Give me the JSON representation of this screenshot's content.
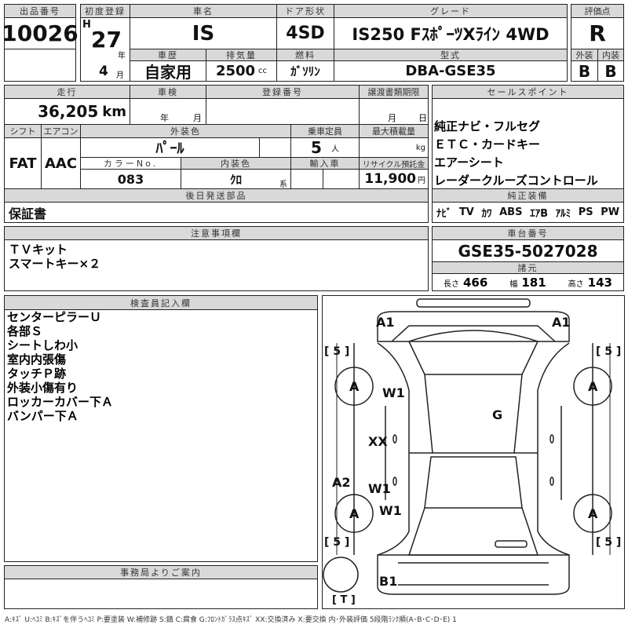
{
  "header": {
    "lot_label": "出品番号",
    "lot": "10026",
    "first_reg_label": "初度登録",
    "era": "H",
    "year": "27",
    "year_unit": "年",
    "month": "4",
    "month_unit": "月",
    "name_label": "車名",
    "name": "IS",
    "door_label": "ドア形状",
    "door": "4SD",
    "grade_label": "グレード",
    "grade": "IS250 FｽﾎﾟｰﾂXﾗｲﾝ 4WD",
    "score_label": "評価点",
    "score": "R",
    "history_label": "車歴",
    "history": "自家用",
    "disp_label": "排気量",
    "disp": "2500",
    "disp_unit": "cc",
    "fuel_label": "燃料",
    "fuel": "ｶﾞｿﾘﾝ",
    "model_label": "型式",
    "model": "DBA-GSE35",
    "ext_label": "外装",
    "ext": "B",
    "int_label": "内装",
    "int": "B"
  },
  "details": {
    "mileage_label": "走行",
    "mileage": "36,205",
    "mileage_unit": "km",
    "inspection_label": "車検",
    "ins_year": "年",
    "ins_month": "月",
    "reg_label": "登録番号",
    "transfer_label": "譲渡書類期限",
    "tr_month": "月",
    "tr_day": "日",
    "shift_label": "シフト",
    "shift": "FAT",
    "ac_label": "エアコン",
    "ac": "AAC",
    "color_label": "外装色",
    "color": "ﾊﾟｰﾙ",
    "seats_label": "乗車定員",
    "seats": "5",
    "seats_unit": "人",
    "load_label": "最大積載量",
    "load_unit": "kg",
    "color_no_label": "カラーNo.",
    "color_no": "083",
    "interior_label": "内装色",
    "interior": "ｸﾛ",
    "interior_unit": "系",
    "import_label": "輸入車",
    "recycle_label": "リサイクル預託金",
    "recycle": "11,900",
    "recycle_unit": "円",
    "later_label": "後日発送部品",
    "later": "保証書"
  },
  "sales": {
    "label": "セールスポイント",
    "items": [
      "純正ナビ・フルセグ",
      "ＥＴＣ・カードキー",
      "エアーシート",
      "レーダークルーズコントロール"
    ],
    "equip_label": "純正装備",
    "equip": [
      "ﾅﾋﾞ",
      "TV",
      "ｶﾜ",
      "ABS",
      "ｴｱB",
      "ｱﾙﾐ",
      "PS",
      "PW"
    ]
  },
  "notes": {
    "label": "注意事項欄",
    "items": [
      "ＴＶキット",
      "スマートキー×２"
    ]
  },
  "chassis": {
    "label": "車台番号",
    "value": "GSE35-5027028",
    "spec_label": "諸元",
    "len_label": "長さ",
    "len": "466",
    "wid_label": "幅",
    "wid": "181",
    "hgt_label": "高さ",
    "hgt": "143"
  },
  "inspector": {
    "label": "検査員記入欄",
    "items": [
      "センターピラーＵ",
      "各部Ｓ",
      "シートしわ小",
      "室内内張傷",
      "タッチＰ跡",
      "外装小傷有り",
      "ロッカーカバー下Ａ",
      "バンパー下Ａ"
    ]
  },
  "office": {
    "label": "事務局よりご案内"
  },
  "diagram": {
    "marks": {
      "a1l": "A1",
      "a1r": "A1",
      "t5l": "[ 5 ]",
      "t5r": "[ 5 ]",
      "al1": "A",
      "ar1": "A",
      "w1a": "W1",
      "g": "G",
      "xx": "XX",
      "a2": "A2",
      "w1b": "W1",
      "w1c": "W1",
      "al2": "A",
      "ar2": "A",
      "b5l": "[ 5 ]",
      "b5r": "[ 5 ]",
      "b1": "B1",
      "t": "[ T ]"
    }
  },
  "legend": "A:ｷｽﾞ U:ﾍｺﾐ B:ｷｽﾞを伴うﾍｺﾐ P:要塗装 W:補修跡 S:錆 C:腐食 G:ﾌﾛﾝﾄｶﾞﾗｽ点ｷｽﾞ XX:交換済み X:要交換 内･外装評価 5段階ﾗﾝｸ順(A･B･C･D･E) 1"
}
